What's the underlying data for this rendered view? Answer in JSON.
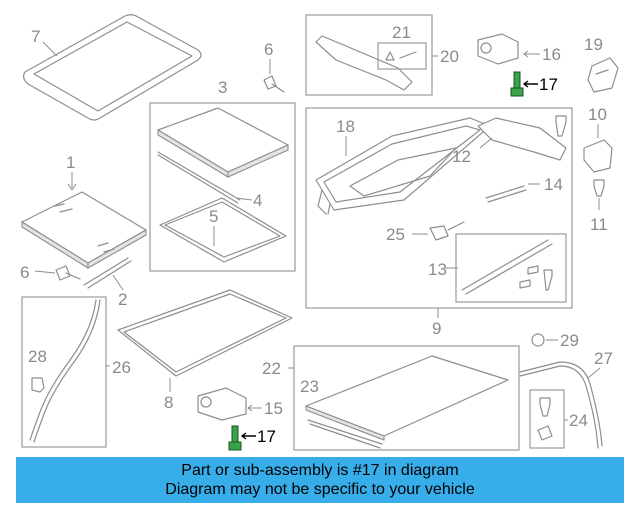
{
  "diagram": {
    "callouts": {
      "c1": "1",
      "c2": "2",
      "c3": "3",
      "c4": "4",
      "c5": "5",
      "c6a": "6",
      "c6b": "6",
      "c7": "7",
      "c8": "8",
      "c9": "9",
      "c10": "10",
      "c11": "11",
      "c12": "12",
      "c13": "13",
      "c14": "14",
      "c15": "15",
      "c16": "16",
      "c17a": "17",
      "c17b": "17",
      "c18": "18",
      "c19": "19",
      "c20": "20",
      "c21": "21",
      "c22": "22",
      "c23": "23",
      "c24": "24",
      "c25": "25",
      "c26": "26",
      "c27": "27",
      "c28": "28",
      "c29": "29"
    },
    "highlighted_part": "17",
    "highlight_color": "#3aa34a"
  },
  "banner": {
    "line1": "Part or sub-assembly is #17 in diagram",
    "line2": "Diagram may not be specific to your vehicle",
    "background": "#37aeea"
  }
}
